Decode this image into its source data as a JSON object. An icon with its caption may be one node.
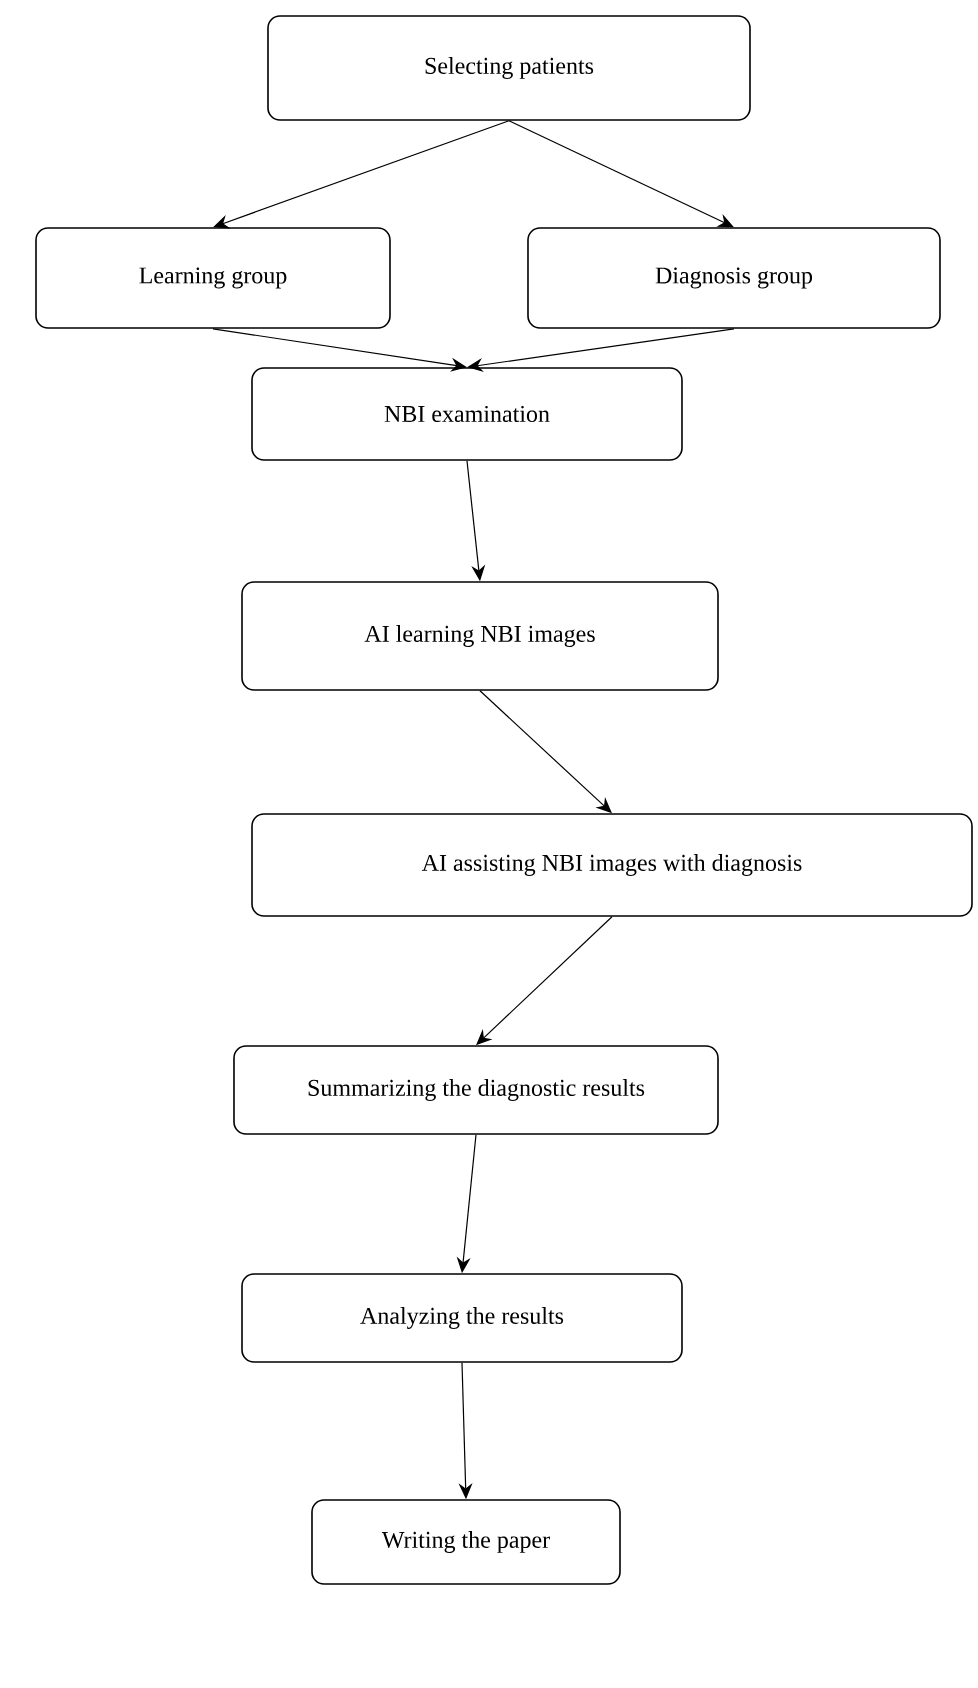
{
  "diagram": {
    "nodes": [
      {
        "text": [
          "Selecting patients"
        ]
      },
      {
        "text": [
          "Learning group"
        ]
      },
      {
        "text": [
          "Diagnosis group"
        ]
      },
      {
        "text": [
          "NBI examination"
        ]
      },
      {
        "text": [
          "AI learning NBI images"
        ]
      },
      {
        "text": [
          "AI assisting NBI images with diagnosis"
        ]
      },
      {
        "text": [
          "Summarizing the diagnostic results"
        ]
      },
      {
        "text": [
          "Analyzing the results"
        ]
      },
      {
        "text": [
          "Writing the paper"
        ]
      }
    ],
    "edges": [
      {
        "from": 0,
        "to": 1,
        "arrow": "to"
      },
      {
        "from": 0,
        "to": 2,
        "arrow": "to"
      },
      {
        "from": 1,
        "to": 3,
        "arrow": "to"
      },
      {
        "from": 2,
        "to": 3,
        "arrow": "to"
      },
      {
        "from": 3,
        "to": 4,
        "arrow": "to"
      },
      {
        "from": 4,
        "to": 5,
        "arrow": "to"
      },
      {
        "from": 5,
        "to": 6,
        "arrow": "to"
      },
      {
        "from": 6,
        "to": 7,
        "arrow": "to"
      },
      {
        "from": 7,
        "to": 8,
        "arrow": "to"
      }
    ]
  }
}
